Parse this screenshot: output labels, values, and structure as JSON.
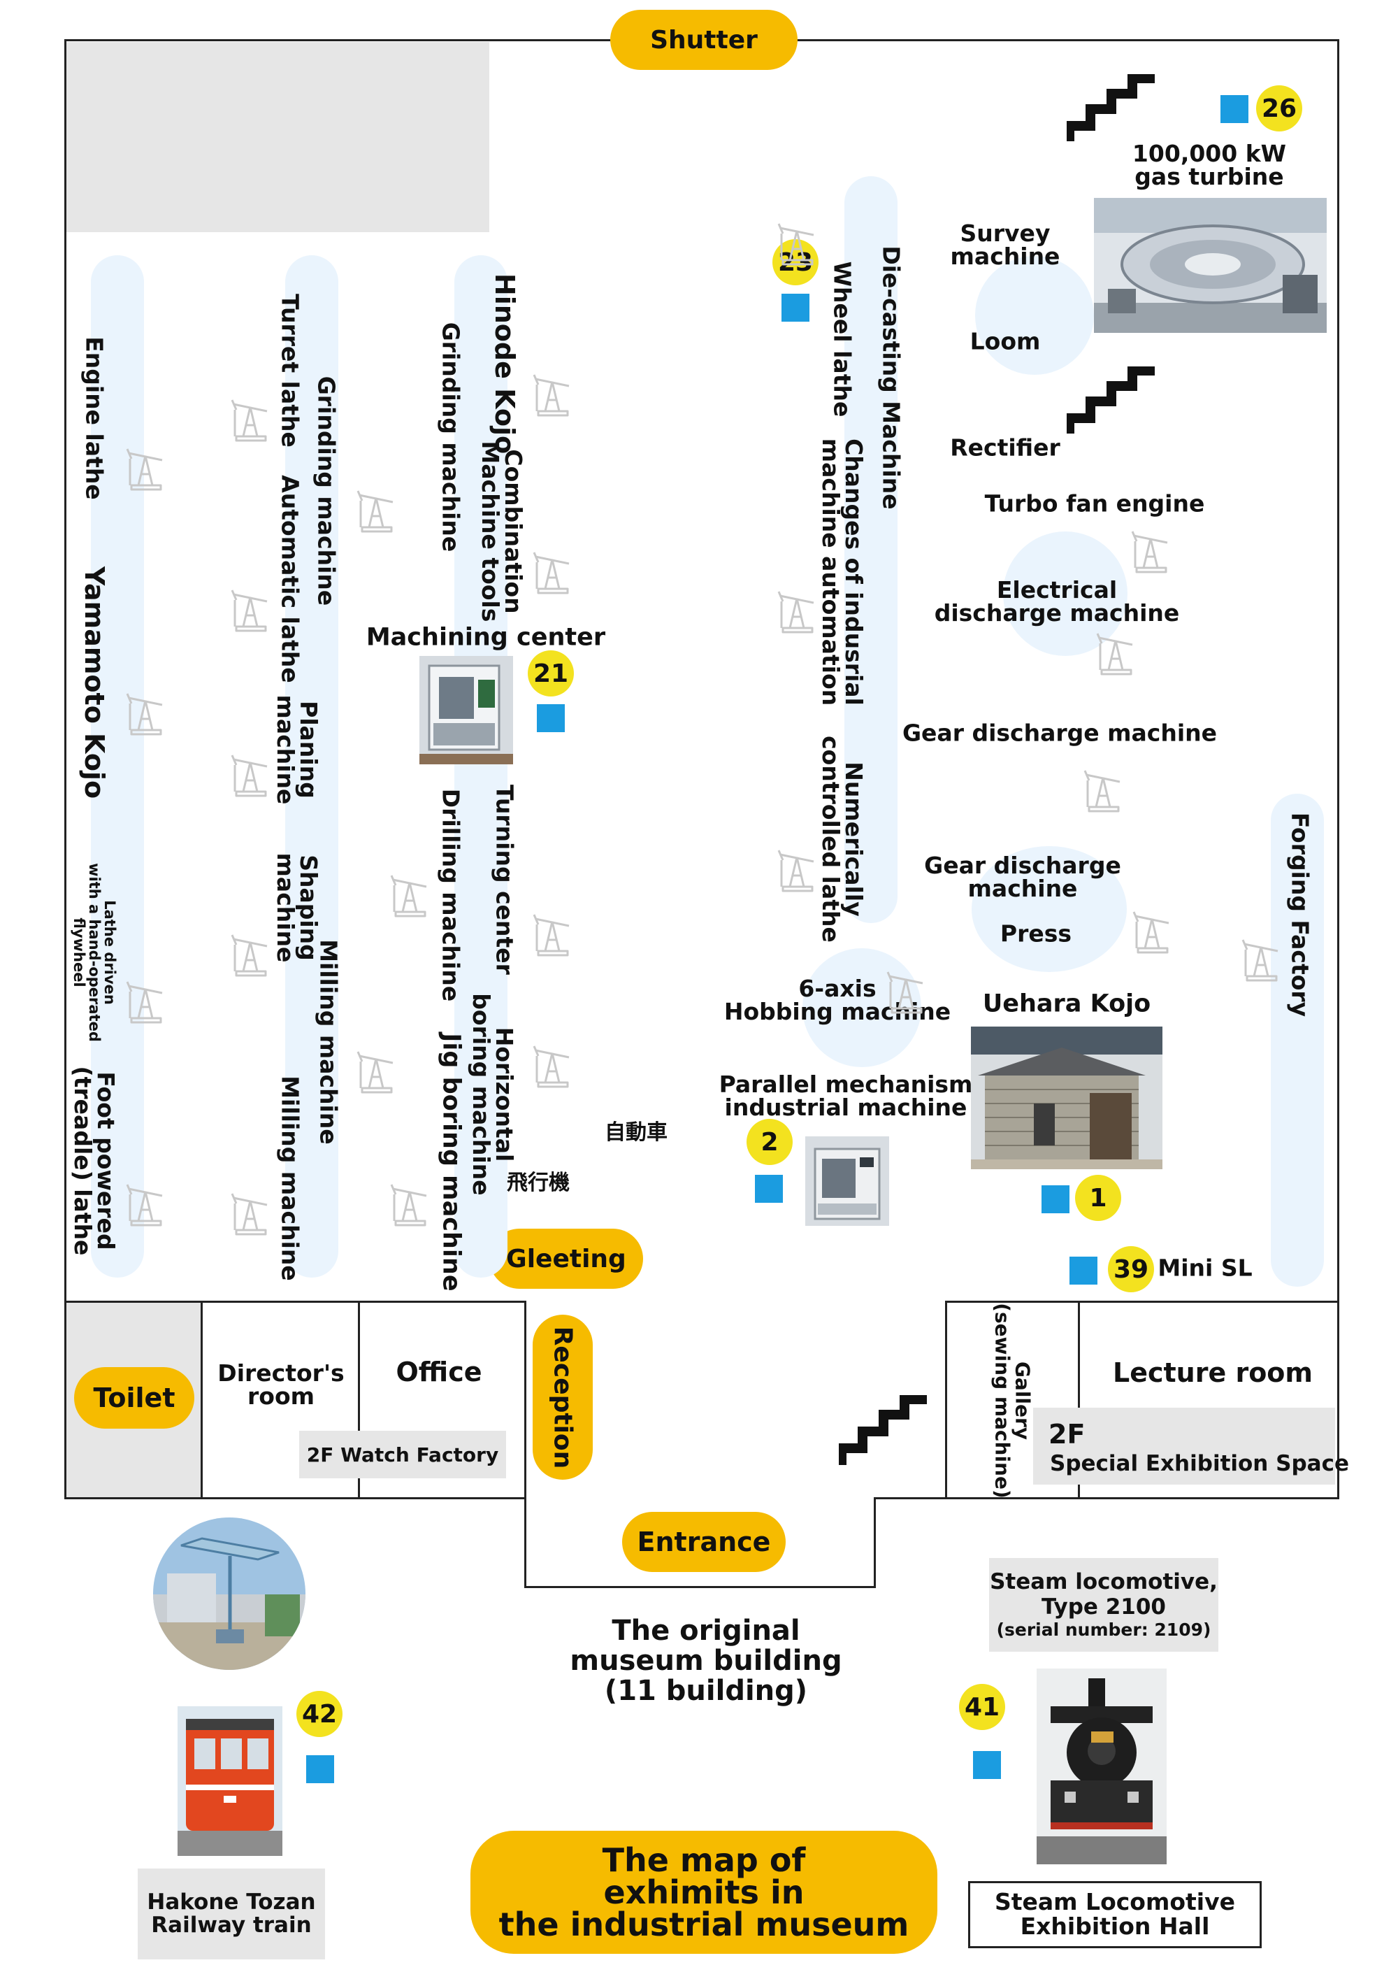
{
  "title": {
    "line1": "The map of",
    "line2": "exhimits in",
    "line3": "the industrial museum"
  },
  "building": {
    "line1": "The original",
    "line2": "museum building",
    "line3": "(11 building)"
  },
  "pills": {
    "shutter": "Shutter",
    "gleeting": "Gleeting",
    "toilet": "Toilet",
    "reception": "Reception",
    "entrance": "Entrance"
  },
  "rooms": {
    "directors_line1": "Director's",
    "directors_line2": "room",
    "office": "Office",
    "watch_factory": "2F Watch Factory",
    "gallery_line1": "Gallery",
    "gallery_line2": "(sewing machine)",
    "lecture": "Lecture room",
    "special_line1": "2F",
    "special_line2": "Special Exhibition Space"
  },
  "exhibits": {
    "engine_lathe": "Engine lathe",
    "yamamoto_kojo": "Yamamoto Kojo",
    "flywheel_line1": "Lathe driven",
    "flywheel_line2": "with a hand-operated",
    "flywheel_line3": "flywheel",
    "treadle_line1": "Foot powered",
    "treadle_line2": "(treadle) lathe",
    "turret_lathe": "Turret lathe",
    "grinding_machine_a": "Grinding machine",
    "automatic_lathe": "Automatic lathe",
    "planing_line1": "Planing",
    "planing_line2": "machine",
    "shaping_line1": "Shaping",
    "shaping_line2": "machine",
    "milling_a": "Milling machine",
    "milling_b": "Milling machine",
    "hinode_kojo": "Hinode Kojo",
    "grinding_machine_b": "Grinding machine",
    "combination_line1": "Combination",
    "combination_line2": "Machine tools",
    "machining_center": "Machining center",
    "turning_center": "Turning center",
    "drilling_machine": "Drilling machine",
    "horizontal_line1": "Horizontal",
    "horizontal_line2": "boring machine",
    "jig_boring": "Jig boring machine",
    "jidosha": "自動車",
    "hikoki": "飛行機",
    "diecasting": "Die-casting Machine",
    "wheel_lathe": "Wheel lathe",
    "changes_line1": "Changes of indusrial",
    "changes_line2": "machine automation",
    "nc_line1": "Numerically",
    "nc_line2": "controlled lathe",
    "survey_line1": "Survey",
    "survey_line2": "machine",
    "loom": "Loom",
    "gas_line1": "100,000 kW",
    "gas_line2": "gas turbine",
    "rectifier": "Rectifier",
    "turbo_fan": "Turbo fan engine",
    "edm_line1": "Electrical",
    "edm_line2": "discharge machine",
    "gear_discharge_a": "Gear discharge machine",
    "gear_b_line1": "Gear discharge",
    "gear_b_line2": "machine",
    "press": "Press",
    "forging": "Forging Factory",
    "hobbing_line1": "6-axis",
    "hobbing_line2": "Hobbing machine",
    "uehara": "Uehara Kojo",
    "parallel_line1": "Parallel mechanism",
    "parallel_line2": "industrial machine",
    "mini_sl": "Mini SL"
  },
  "numbers": {
    "n26": "26",
    "n23": "23",
    "n21": "21",
    "n2": "2",
    "n1": "1",
    "n39": "39",
    "n42": "42",
    "n41": "41"
  },
  "outdoor": {
    "steam_caption_line1": "Steam locomotive,",
    "steam_caption_line2": "Type 2100",
    "steam_caption_line3": "(serial number: 2109)",
    "steam_hall_line1": "Steam Locomotive",
    "steam_hall_line2": "Exhibition Hall",
    "hakone_line1": "Hakone Tozan",
    "hakone_line2": "Railway train"
  },
  "colors": {
    "accent": "#f6bb00",
    "number_badge": "#f3e21f",
    "marker": "#1b9ce0",
    "lane": "#eaf4fd",
    "gray": "#e6e6e6"
  },
  "icons": [
    "pump-jack-icon",
    "stairs-icon",
    "marker-square-icon"
  ]
}
